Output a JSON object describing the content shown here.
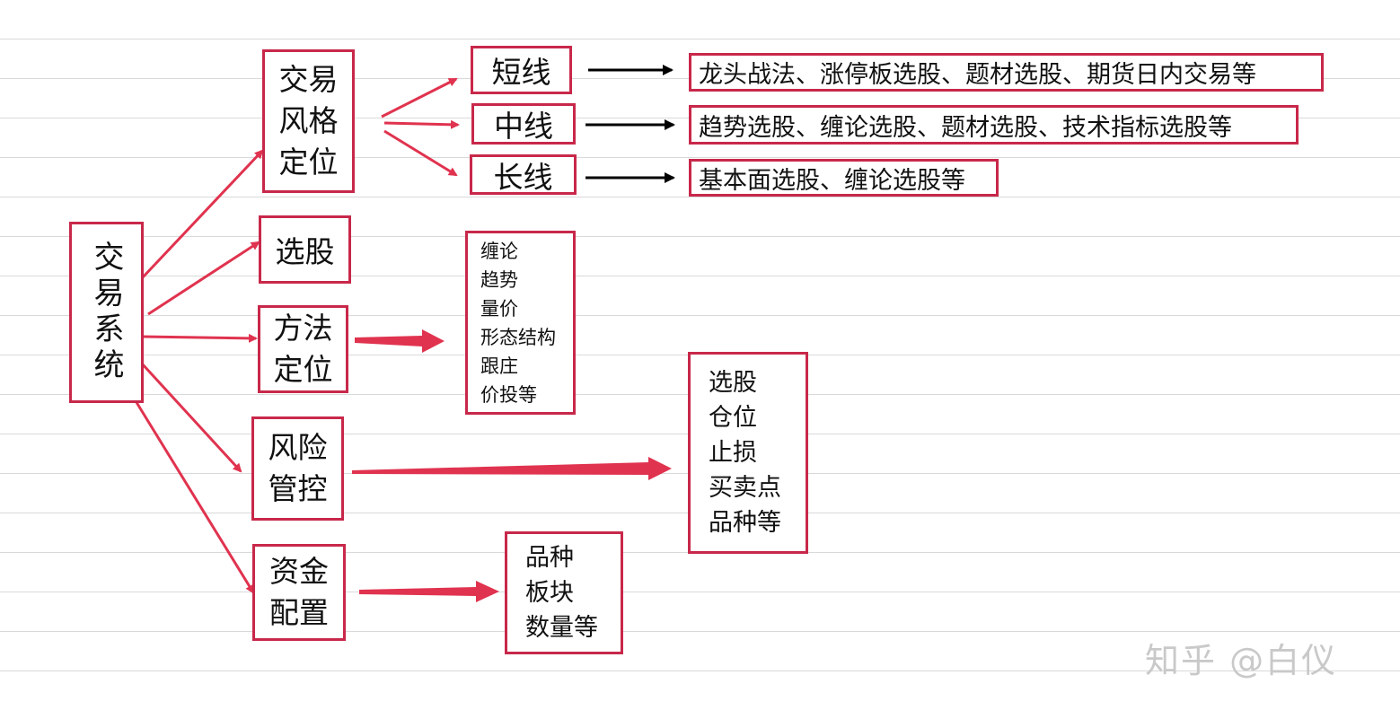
{
  "root": "交易系统",
  "branches": {
    "style": [
      "交易",
      "风格",
      "定位"
    ],
    "stock_pick": "选股",
    "method": [
      "方法",
      "定位"
    ],
    "risk": [
      "风险",
      "管控"
    ],
    "capital": [
      "资金",
      "配置"
    ]
  },
  "horizons": {
    "short": {
      "label": "短线",
      "desc": "龙头战法、涨停板选股、题材选股、期货日内交易等"
    },
    "mid": {
      "label": "中线",
      "desc": "趋势选股、缠论选股、题材选股、技术指标选股等"
    },
    "long": {
      "label": "长线",
      "desc": "基本面选股、缠论选股等"
    }
  },
  "method_list": [
    "缠论",
    "趋势",
    "量价",
    "形态结构",
    "跟庄",
    "价投等"
  ],
  "risk_list": [
    "选股",
    "仓位",
    "止损",
    "买卖点",
    "品种等"
  ],
  "capital_list": [
    "品种",
    "板块",
    "数量等"
  ],
  "watermark": "知乎 @白仪",
  "colors": {
    "border": "#c8284a",
    "arrow_red": "#e0334f",
    "arrow_black": "#000000"
  }
}
